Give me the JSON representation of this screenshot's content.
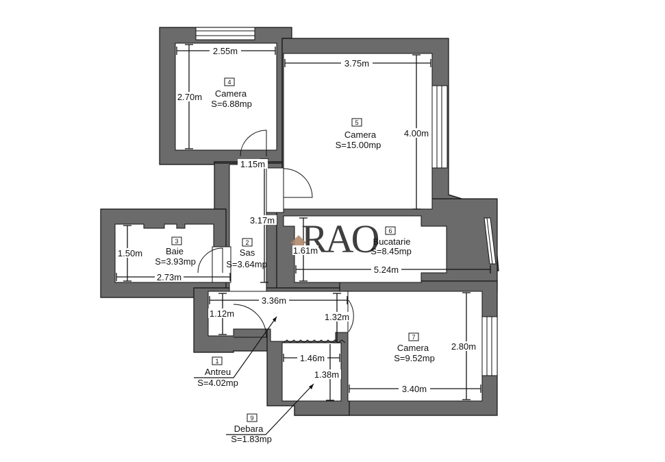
{
  "logo": {
    "text": "RAO",
    "color_dark": "#2b2b2b",
    "color_accent": "#b08a6e"
  },
  "rooms": [
    {
      "number": "4",
      "name": "Camera",
      "area": "S=6.88mp"
    },
    {
      "number": "5",
      "name": "Camera",
      "area": "S=15.00mp"
    },
    {
      "number": "6",
      "name": "Bucatarie",
      "area": "S=8.45mp"
    },
    {
      "number": "3",
      "name": "Baie",
      "area": "S=3.93mp"
    },
    {
      "number": "2",
      "name": "Sas",
      "area": "S=3.64mp"
    },
    {
      "number": "1",
      "name": "Antreu",
      "area": "S=4.02mp"
    },
    {
      "number": "7",
      "name": "Camera",
      "area": "S=9.52mp"
    },
    {
      "number": "9",
      "name": "Debara",
      "area": "S=1.83mp"
    }
  ],
  "dimensions": {
    "cam4_width": "2.55m",
    "cam4_height": "2.70m",
    "cam5_width": "3.75m",
    "cam5_height": "4.00m",
    "sas_width": "1.15m",
    "sas_height": "3.17m",
    "baie_height": "1.50m",
    "baie_width": "2.73m",
    "kitchen_height": "1.61m",
    "kitchen_width": "5.24m",
    "hall_width": "3.36m",
    "antreu_height": "1.12m",
    "hall_height": "1.32m",
    "debara_width": "1.46m",
    "debara_height": "1.38m",
    "cam7_height": "2.80m",
    "cam7_width": "3.40m"
  },
  "colors": {
    "wall": "#6b6b6b",
    "room": "#ffffff",
    "line": "#111111"
  }
}
